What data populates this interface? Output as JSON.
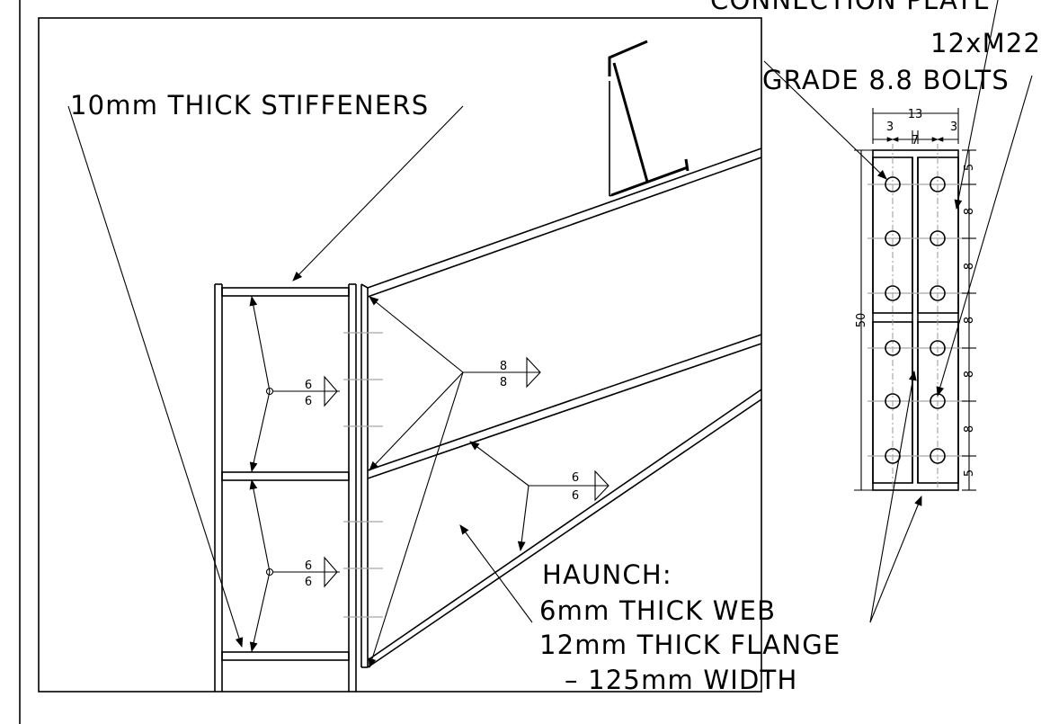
{
  "drawing": {
    "labels": {
      "connection_plate": "CONNECTION PLATE",
      "bolts_line1": "12xM22",
      "bolts_line2": "GRADE 8.8 BOLTS",
      "stiffeners": "10mm THICK STIFFENERS",
      "haunch_line1": "HAUNCH:",
      "haunch_line2": "6mm THICK WEB",
      "haunch_line3": "12mm THICK FLANGE",
      "haunch_line4": "– 125mm WIDTH"
    },
    "welds": [
      {
        "id": "column-upper",
        "top": "6",
        "bottom": "6"
      },
      {
        "id": "column-lower",
        "top": "6",
        "bottom": "6"
      },
      {
        "id": "end-plate",
        "top": "8",
        "bottom": "8"
      },
      {
        "id": "haunch",
        "top": "6",
        "bottom": "6"
      }
    ],
    "plate_dimensions": {
      "overall_width": "13",
      "edge_left": "3",
      "centre": "7",
      "edge_right": "3",
      "overall_height": "50",
      "pitches": [
        "5",
        "8",
        "8",
        "8",
        "8",
        "8",
        "5"
      ]
    }
  }
}
